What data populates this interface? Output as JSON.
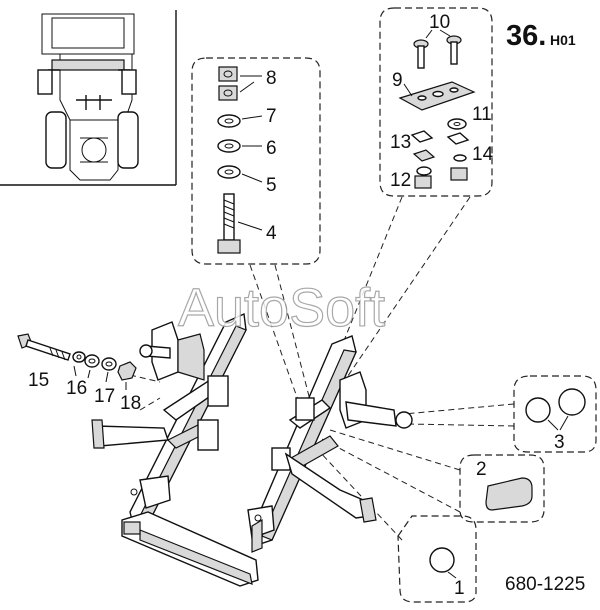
{
  "header": {
    "code_main": "36.",
    "code_sub": "H01"
  },
  "watermark": "AutoSoft",
  "drawing_number": "680-1225",
  "part_labels": {
    "p1": "1",
    "p2": "2",
    "p3": "3",
    "p4": "4",
    "p5": "5",
    "p6": "6",
    "p7": "7",
    "p8": "8",
    "p9": "9",
    "p10": "10",
    "p11": "11",
    "p12": "12",
    "p13": "13",
    "p14": "14",
    "p15": "15",
    "p16": "16",
    "p17": "17",
    "p18": "18"
  }
}
